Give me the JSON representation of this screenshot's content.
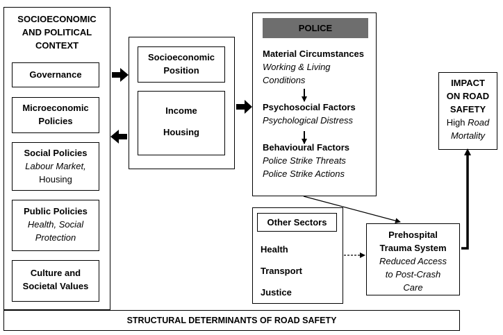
{
  "context": {
    "title_line1": "SOCIOECONOMIC",
    "title_line2": "AND POLITICAL",
    "title_line3": "CONTEXT",
    "governance": "Governance",
    "micro_line1": "Microeconomic",
    "micro_line2": "Policies",
    "social_title": "Social Policies",
    "social_italic1": "Labour Market,",
    "social_plain": "Housing",
    "public_title": "Public Policies",
    "public_italic1": "Health, Social",
    "public_italic2": "Protection",
    "culture_line1": "Culture and",
    "culture_line2": "Societal Values"
  },
  "position": {
    "line1": "Socioeconomic",
    "line2": "Position",
    "income": "Income",
    "housing": "Housing"
  },
  "police": {
    "header": "POLICE",
    "material_title": "Material Circumstances",
    "material_italic1": "Working & Living",
    "material_italic2": "Conditions",
    "psycho_title": "Psychosocial Factors",
    "psycho_italic": "Psychological Distress",
    "behav_title": "Behavioural Factors",
    "behav_italic1": "Police Strike Threats",
    "behav_italic2": "Police Strike Actions"
  },
  "sectors": {
    "header": "Other Sectors",
    "health": "Health",
    "transport": "Transport",
    "justice": "Justice"
  },
  "prehospital": {
    "line1": "Prehospital",
    "line2": "Trauma System",
    "italic1": "Reduced Access",
    "italic2": "to Post-Crash",
    "italic3": "Care"
  },
  "impact": {
    "line1": "IMPACT",
    "line2": "ON ROAD",
    "line3": "SAFETY",
    "plain": "High",
    "italic_road": "Road",
    "italic2": "Mortality"
  },
  "footer": {
    "label": "STRUCTURAL DETERMINANTS OF ROAD SAFETY"
  },
  "colors": {
    "police_header_bg": "#6e6e6e",
    "stroke": "#000000"
  }
}
